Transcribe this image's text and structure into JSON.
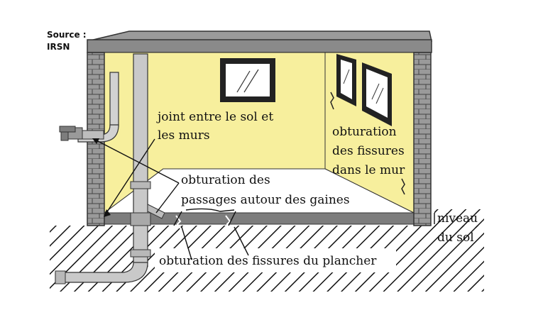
{
  "source": {
    "line1": "Source :",
    "line2": "IRSN"
  },
  "labels": {
    "joint_line1": "joint entre le sol et",
    "joint_line2": "les murs",
    "passages_line1": "obturation des",
    "passages_line2": "passages autour des gaines",
    "wall_cracks_line1": "obturation",
    "wall_cracks_line2": "des fissures",
    "wall_cracks_line3": "dans le mur",
    "ground_line1": "niveau",
    "ground_line2": "du sol",
    "floor_cracks": "obturation des fissures du plancher"
  },
  "colors": {
    "wall_fill": "#f7ef9d",
    "roof": "#8a8a8a",
    "brick": "#8f8f8f",
    "pipe": "#c9c9c9",
    "floor": "#7d7d7d",
    "hatch": "#111111"
  }
}
